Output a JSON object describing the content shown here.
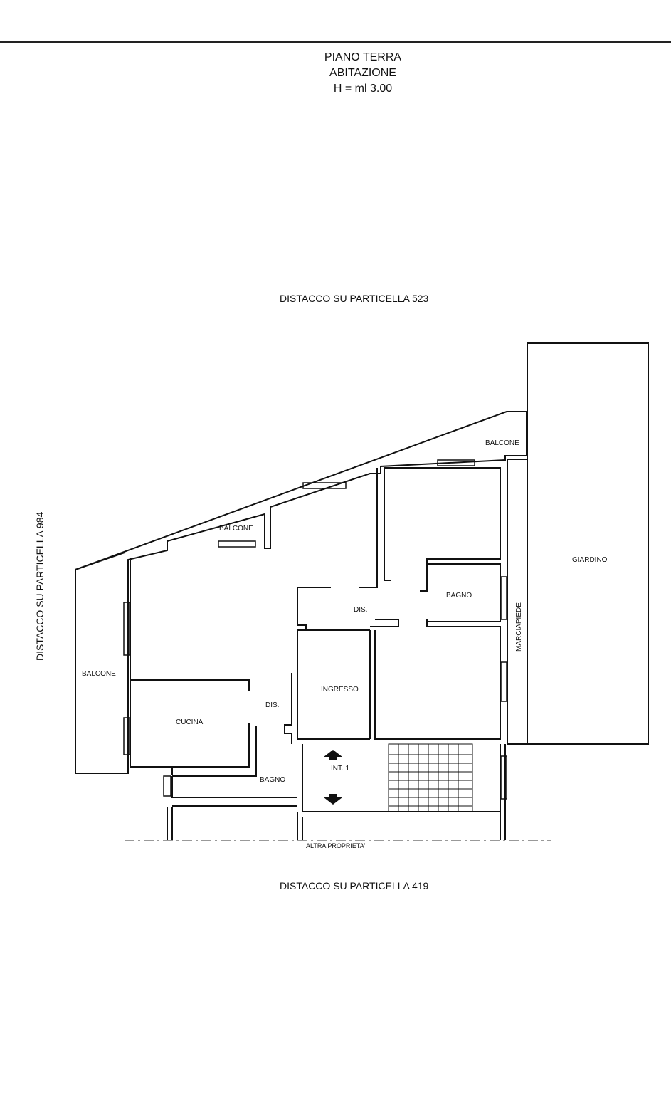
{
  "header": {
    "line1": "PIANO TERRA",
    "line2": "ABITAZIONE",
    "line3": "H = ml 3.00"
  },
  "boundaries": {
    "north": "DISTACCO SU PARTICELLA 523",
    "south": "DISTACCO SU PARTICELLA 419",
    "west": "DISTACCO SU PARTICELLA 984",
    "south_neighbor": "ALTRA PROPRIETA'"
  },
  "rooms": {
    "balcone_top_right": "BALCONE",
    "balcone_mid": "BALCONE",
    "balcone_left": "BALCONE",
    "giardino": "GIARDINO",
    "bagno_upper": "BAGNO",
    "dis_upper": "DIS.",
    "marciapiede": "MARCIAPIEDE",
    "ingresso": "INGRESSO",
    "dis_lower": "DIS.",
    "cucina": "CUCINA",
    "bagno_lower": "BAGNO",
    "int1": "INT. 1"
  },
  "colors": {
    "ink": "#111111",
    "paper": "#ffffff"
  }
}
